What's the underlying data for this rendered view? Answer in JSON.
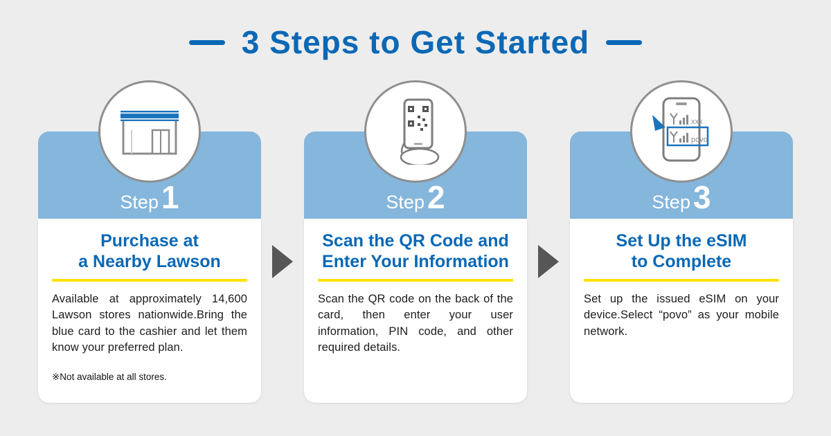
{
  "title": {
    "text": "3 Steps to Get Started"
  },
  "colors": {
    "accent_blue": "#0b68b5",
    "header_blue": "#85b6dc",
    "underline_yellow": "#ffe100",
    "arrow_gray": "#565656",
    "background_gray": "#ededed",
    "store_sign_blue": "#1b74bd"
  },
  "steps": [
    {
      "label": "Step",
      "number": "1",
      "icon": "lawson-store-icon",
      "heading_line1": "Purchase at",
      "heading_line2": "a Nearby Lawson",
      "description": "Available at approximately 14,600 Lawson stores nationwide.Bring the blue card to the cashier and let them know your preferred plan.",
      "footnote": "※Not available at all stores."
    },
    {
      "label": "Step",
      "number": "2",
      "icon": "qr-scan-phone-icon",
      "heading_line1": "Scan the QR Code and",
      "heading_line2": "Enter Your Information",
      "description": "Scan the QR code on the back of the card, then enter your user information, PIN code, and other required details."
    },
    {
      "label": "Step",
      "number": "3",
      "icon": "esim-setup-phone-icon",
      "heading_line1": "Set Up the eSIM",
      "heading_line2": "to Complete",
      "description": "Set up the issued eSIM on your device.Select “povo” as your mobile network."
    }
  ],
  "esim_icon": {
    "network_row1": "xxx",
    "network_row2": "povo"
  }
}
